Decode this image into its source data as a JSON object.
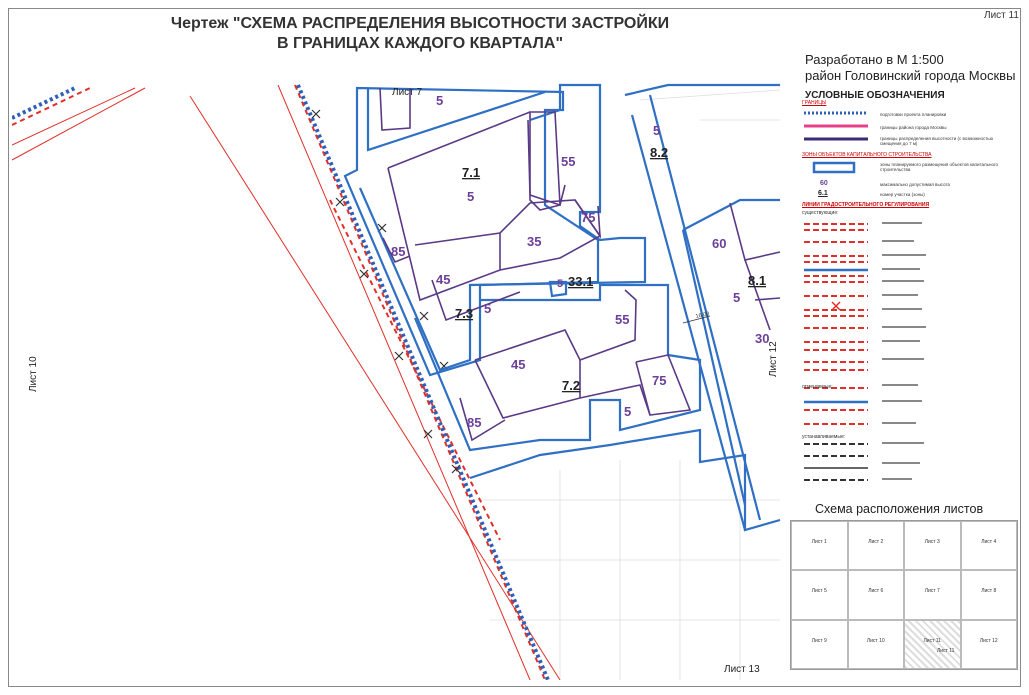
{
  "title": {
    "line1": "Чертеж \"СХЕМА РАСПРЕДЕЛЕНИЯ ВЫСОТНОСТИ ЗАСТРОЙКИ",
    "line2": "В ГРАНИЦАХ КАЖДОГО КВАРТАЛА\""
  },
  "sheet_number": "Лист 11",
  "info": {
    "scale": "Разработано в М 1:500",
    "district": "район Головинский города Москвы",
    "legend_title": "УСЛОВНЫЕ ОБОЗНАЧЕНИЯ"
  },
  "legend": {
    "boundaries_head": "ГРАНИЦЫ",
    "b1": "подготовки проекта планировки",
    "b2": "границы района города Москвы",
    "b3": "границы распределения высотности (с возможностью смещения до 7 м)",
    "zones_head": "ЗОНЫ ОБЪЕКТОВ КАПИТАЛЬНОГО СТРОИТЕЛЬСТВА",
    "z1": "зоны планируемого размещения объектов капитального строительства",
    "height_sample": "60",
    "plot_sample": "6.1",
    "z2": "максимально допустимая высота",
    "z3": "номер участка (зоны)",
    "lines_head": "ЛИНИИ ГРАДОСТРОИТЕЛЬНОГО РЕГУЛИРОВАНИЯ",
    "existing_head": "существующие:",
    "abolished_head": "отменяемые:",
    "established_head": "устанавливаемые:"
  },
  "sheets_scheme": {
    "title": "Схема расположения листов",
    "cells": [
      "Лист 1",
      "Лист 2",
      "Лист 3",
      "Лист 4",
      "Лист 5",
      "Лист 6",
      "Лист 7",
      "Лист 8",
      "Лист 9",
      "Лист 10",
      "Лист 11",
      "Лист 12"
    ],
    "active_label": "Лист 11"
  },
  "map": {
    "sheet_top": "Лист 7",
    "sheet_left": "Лист 10",
    "sheet_right": "Лист 12",
    "sheet_bottom": "Лист 13",
    "plots": {
      "p71": "7.1",
      "p72": "7.2",
      "p73": "7.3",
      "p82": "8.2",
      "p81": "8.1",
      "p331": "33.1"
    },
    "heights": {
      "h_top5": "5",
      "h_82": "5",
      "h_55a": "55",
      "h_71": "5",
      "h_75a": "75",
      "h_35": "35",
      "h_85a": "85",
      "h_45a": "45",
      "h_60": "60",
      "h_81": "5",
      "h_331": "5",
      "h_73": "5",
      "h_55b": "55",
      "h_30": "30",
      "h_45b": "45",
      "h_75b": "75",
      "h_72": "5",
      "h_85b": "85"
    },
    "dimension": "16,00"
  },
  "colors": {
    "blue": "#2f6fc4",
    "purple": "#5a3a86",
    "red": "#e0302a",
    "dark_blue": "#1f3f8a"
  }
}
